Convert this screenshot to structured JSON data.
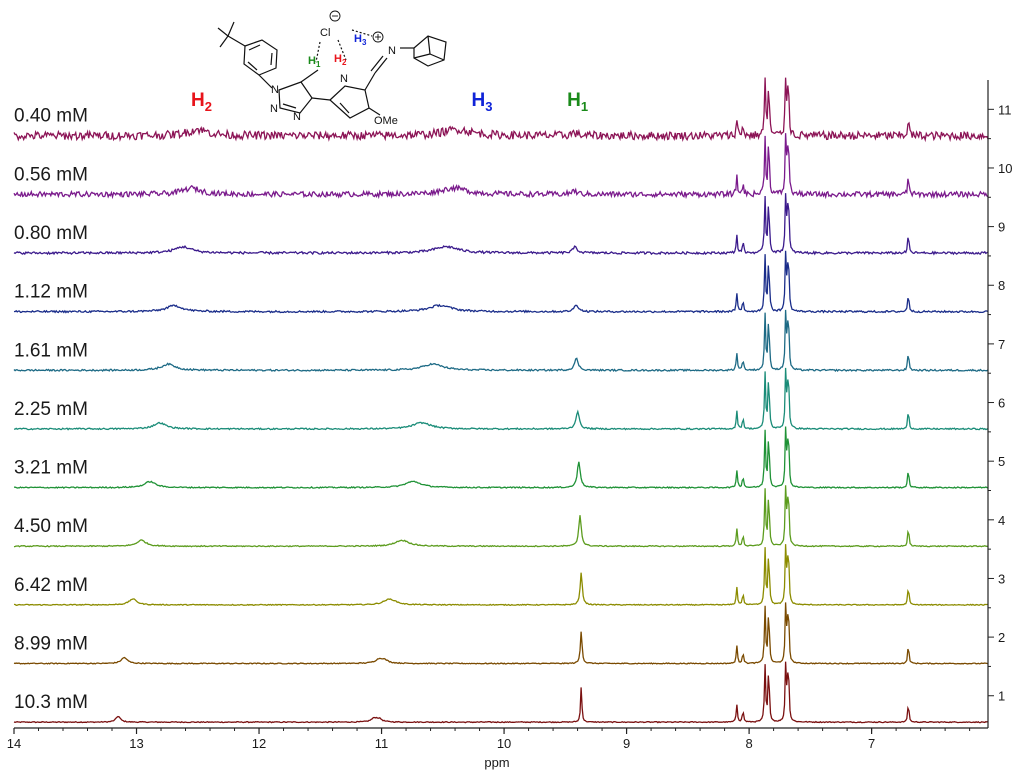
{
  "chart_data": {
    "type": "line",
    "xlabel": "ppm",
    "x_axis": {
      "range": [
        14,
        6.05
      ],
      "ticks": [
        14,
        13,
        12,
        11,
        10,
        9,
        8,
        7
      ],
      "reversed": true
    },
    "y_axis_right": {
      "range": [
        0.45,
        11.5
      ],
      "ticks": [
        1,
        2,
        3,
        4,
        5,
        6,
        7,
        8,
        9,
        10,
        11
      ]
    },
    "grid": false,
    "legend": "none",
    "peak_labels": [
      {
        "letter": "H",
        "sub": "2",
        "ppm": 12.47,
        "color": "#e8141b"
      },
      {
        "letter": "H",
        "sub": "3",
        "ppm": 10.18,
        "color": "#1024d8"
      },
      {
        "letter": "H",
        "sub": "1",
        "ppm": 9.4,
        "color": "#1a8a1a"
      }
    ],
    "fixed_peaks_ppm": [
      8.1,
      8.05,
      7.87,
      7.84,
      7.7,
      7.68,
      6.7
    ],
    "series": [
      {
        "name": "10.3 mM",
        "offset": 0.55,
        "color": "#7a1010",
        "h2": 13.15,
        "h3": 11.06,
        "h1": 9.37,
        "h1_height": 0.62,
        "noise": 0.008
      },
      {
        "name": "8.99 mM",
        "offset": 1.55,
        "color": "#7a4a00",
        "h2": 13.1,
        "h3": 11.02,
        "h1": 9.37,
        "h1_height": 0.56,
        "noise": 0.008
      },
      {
        "name": "6.42 mM",
        "offset": 2.55,
        "color": "#8c8c00",
        "h2": 13.03,
        "h3": 10.95,
        "h1": 9.37,
        "h1_height": 0.55,
        "noise": 0.008
      },
      {
        "name": "4.50 mM",
        "offset": 3.55,
        "color": "#5c9c1e",
        "h2": 12.96,
        "h3": 10.85,
        "h1": 9.38,
        "h1_height": 0.53,
        "noise": 0.009
      },
      {
        "name": "3.21 mM",
        "offset": 4.55,
        "color": "#1f9236",
        "h2": 12.89,
        "h3": 10.76,
        "h1": 9.39,
        "h1_height": 0.45,
        "noise": 0.01
      },
      {
        "name": "2.25 mM",
        "offset": 5.55,
        "color": "#1a8c78",
        "h2": 12.81,
        "h3": 10.69,
        "h1": 9.4,
        "h1_height": 0.3,
        "noise": 0.012
      },
      {
        "name": "1.61 mM",
        "offset": 6.55,
        "color": "#1d6a85",
        "h2": 12.74,
        "h3": 10.6,
        "h1": 9.41,
        "h1_height": 0.2,
        "noise": 0.014
      },
      {
        "name": "1.12 mM",
        "offset": 7.55,
        "color": "#1a2d8a",
        "h2": 12.69,
        "h3": 10.54,
        "h1": 9.41,
        "h1_height": 0.12,
        "noise": 0.016
      },
      {
        "name": "0.80 mM",
        "offset": 8.55,
        "color": "#3b1a8c",
        "h2": 12.62,
        "h3": 10.49,
        "h1": 9.42,
        "h1_height": 0.1,
        "noise": 0.02
      },
      {
        "name": "0.56 mM",
        "offset": 9.55,
        "color": "#7a1a8c",
        "h2": 12.55,
        "h3": 10.43,
        "h1": 9.43,
        "h1_height": 0.06,
        "noise": 0.045
      },
      {
        "name": "0.40 mM",
        "offset": 10.55,
        "color": "#8c1456",
        "h2": 12.5,
        "h3": 10.4,
        "h1": 9.43,
        "h1_height": 0.05,
        "noise": 0.07
      }
    ]
  },
  "structure": {
    "cl": "Cl",
    "n_plus": "N",
    "ome": "OMe",
    "h1": "H",
    "h1_sub": "1",
    "h2": "H",
    "h2_sub": "2",
    "h3": "H",
    "h3_sub": "3",
    "ring_n1": "N",
    "ring_n2": "N",
    "ring_n3": "N",
    "pyrrole_n": "N"
  }
}
